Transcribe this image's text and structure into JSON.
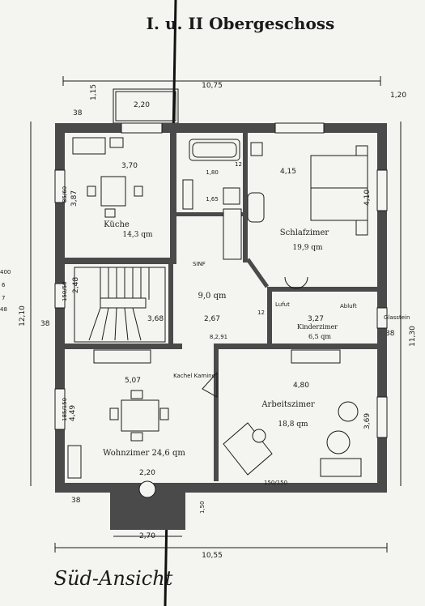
{
  "title": "I. u. II Obergeschoss",
  "footer": "Süd-Ansicht",
  "dimensions": {
    "total_width_top": "10,75",
    "balcony_width": "2,20",
    "top_right": "1,20",
    "top_left_small": "38",
    "top_left_115": "1,15",
    "left_height": "12,10",
    "right_height": "11,30",
    "left_38": "38",
    "right_38": "38",
    "bottom_total": "10,55",
    "bay_width_bottom": "2,70",
    "bay_inner": "2,20",
    "bottom_1_50": "1,50",
    "bottom_left_38": "38",
    "edge_400": "400",
    "edge_6": "6",
    "edge_7": "7",
    "edge_48": "48"
  },
  "rooms": {
    "kueche": {
      "name": "Küche",
      "area": "14,3 qm",
      "width": "3,70",
      "height": "3,87",
      "door": "85/60"
    },
    "schlafzimmer": {
      "name": "Schlafzimer",
      "area": "19,9 qm",
      "width": "4,15",
      "height": "4,10"
    },
    "flur": {
      "name": "9,0 qm",
      "dim": "2,67",
      "dim2": "12",
      "label": "SINF",
      "bottom": "8,2,91"
    },
    "treppe": {
      "dim1": "2,48",
      "dim2": "3,68",
      "door": "150/50"
    },
    "kinderzimmer": {
      "name": "Kinderzimer",
      "area": "6,5 qm",
      "width": "3,27",
      "luft": "Lufut",
      "abluft": "Abluft"
    },
    "wohnzimmer": {
      "name": "Wohnzimer",
      "area": "24,6 qm",
      "width": "5,07",
      "height": "4,49",
      "window": "185/150"
    },
    "arbeitszimmer": {
      "name": "Arbeitszimer",
      "area": "18,8 qm",
      "width": "4,80",
      "height": "3,69",
      "window": "150/150"
    },
    "bad": {
      "dim1": "1,80",
      "dim2": "1,65",
      "dim3": "12"
    },
    "kamin": "Kachel Kamine",
    "glasstein": "Glasstein"
  },
  "colors": {
    "paper": "#f4f4f1",
    "ink": "#1a1a1a",
    "wall": "#4a4a4a"
  }
}
